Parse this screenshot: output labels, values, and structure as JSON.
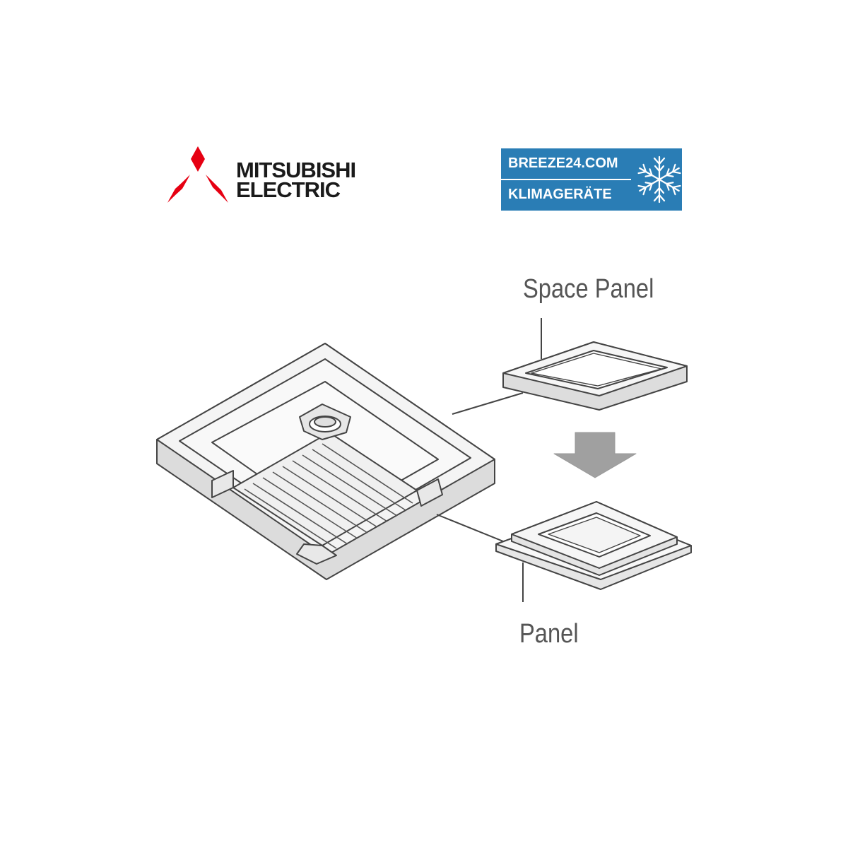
{
  "brand": {
    "line1": "MITSUBISHI",
    "line2": "ELECTRIC",
    "mark_color": "#e60012"
  },
  "badge": {
    "line1": "BREEZE24.COM",
    "line2": "KLIMAGERÄTE",
    "background": "#2a7db5",
    "icon": "snowflake-icon"
  },
  "diagram": {
    "space_panel_label": "Space Panel",
    "panel_label": "Panel",
    "line_color": "#444444",
    "fill_light": "#f2f2f2",
    "fill_mid": "#dcdcdc",
    "arrow_color": "#999999"
  }
}
